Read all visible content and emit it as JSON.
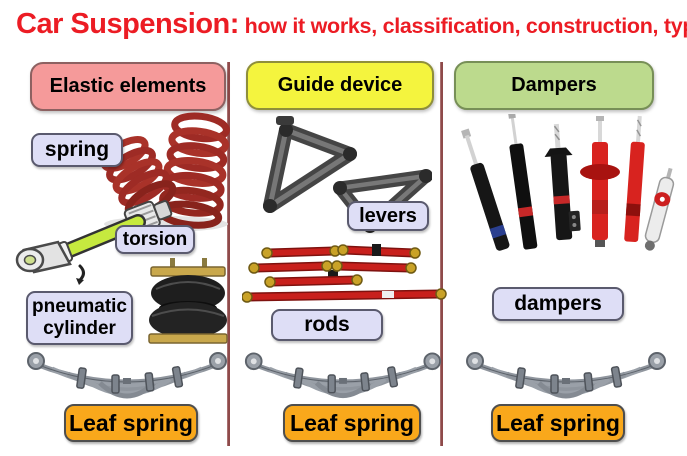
{
  "title": {
    "prefix": "Car Suspension:",
    "suffix": " how it works, classification, construction, types"
  },
  "columns": [
    {
      "header": "Elastic elements",
      "labels": {
        "spring": "spring",
        "torsion": "torsion",
        "pneumatic": "pneumatic cylinder"
      },
      "leaf_label": "Leaf spring"
    },
    {
      "header": "Guide device",
      "labels": {
        "levers": "levers",
        "rods": "rods"
      },
      "leaf_label": "Leaf spring"
    },
    {
      "header": "Dampers",
      "labels": {
        "dampers": "dampers"
      },
      "leaf_label": "Leaf spring"
    }
  ],
  "colors": {
    "title_red": "#ec1c24",
    "header_elastic_bg": "#f59a9a",
    "header_guide_bg": "#f4f43e",
    "header_dampers_bg": "#bcda8d",
    "component_label_bg": "#dedef6",
    "leaf_label_bg": "#f9a81b",
    "divider": "#8e4a4a",
    "coil_spring_red": "#9e2b25",
    "rod_red": "#c8201c",
    "torsion_bar_green": "#c6e93f"
  }
}
